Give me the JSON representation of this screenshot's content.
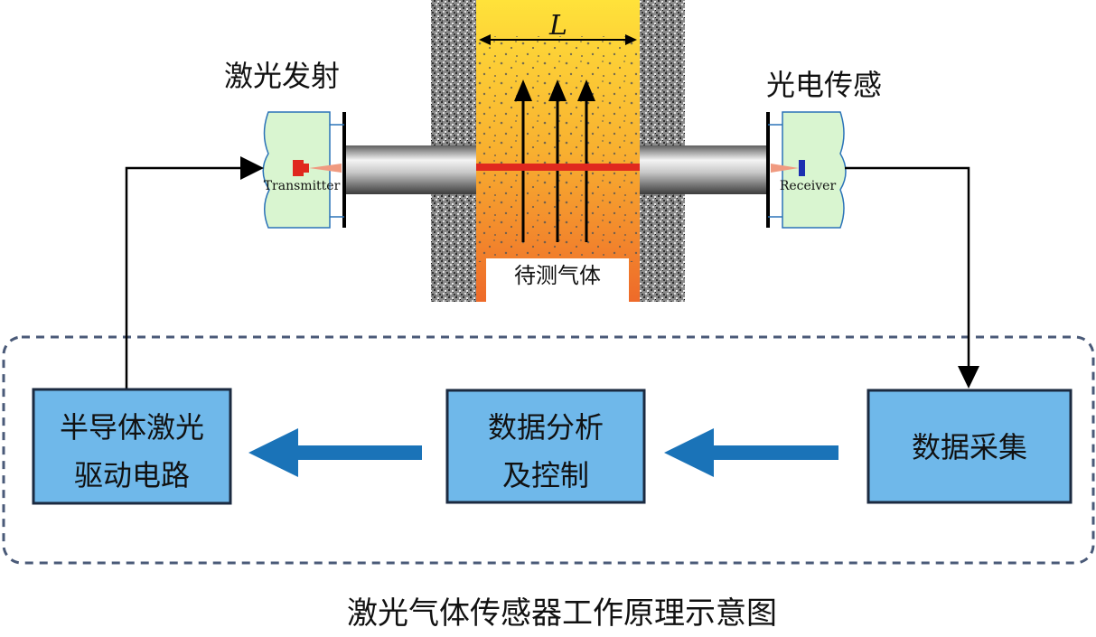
{
  "labels": {
    "laser_emit": "激光发射",
    "photo_sense": "光电传感",
    "path_length": "L",
    "gas_under_test": "待测气体",
    "transmitter": "Transmitter",
    "receiver": "Receiver",
    "caption": "激光气体传感器工作原理示意图"
  },
  "boxes": {
    "driver_line1": "半导体激光",
    "driver_line2": "驱动电路",
    "analysis_line1": "数据分析",
    "analysis_line2": "及控制",
    "acquisition": "数据采集"
  },
  "colors": {
    "box_fill": "#6fb8ea",
    "flow_arrow": "#1a73b8",
    "beam": "#e0281e",
    "module_fill": "#d9f5d0",
    "dashed_border": "#4a5a78"
  }
}
